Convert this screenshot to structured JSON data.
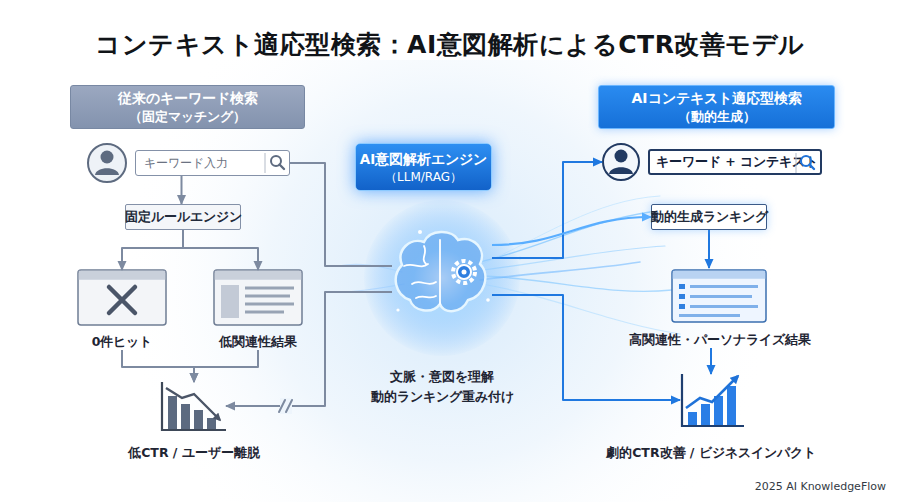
{
  "diagram": {
    "title": "コンテキスト適応型検索：AI意図解析によるCTR改善モデル",
    "nodes": [
      {
        "text": [
          "従来のキーワード検索",
          "（固定マッチング）"
        ]
      },
      {
        "text": [
          "キーワード入力"
        ]
      },
      {
        "text": [
          "固定ルールエンジン"
        ]
      },
      {
        "text": [
          "0件ヒット"
        ]
      },
      {
        "text": [
          "低関連性結果"
        ]
      },
      {
        "text": [
          "低CTR / ユーザー離脱"
        ]
      },
      {
        "text": [
          "AI意図解析エンジン",
          "（LLM/RAG）"
        ]
      },
      {
        "text": [
          "文脈・意図を理解 動的ランキング重み付け"
        ]
      },
      {
        "text": [
          "AIコンテキスト適応型検索",
          "（動的生成）"
        ]
      },
      {
        "text": [
          "キーワード + コンテキスト"
        ]
      },
      {
        "text": [
          "動的生成ランキング"
        ]
      },
      {
        "text": [
          "高関連性・パーソナライズ結果"
        ]
      },
      {
        "text": [
          "劇的CTR改善 / ビジネスインパクト"
        ]
      }
    ],
    "edges": [
      {
        "from": 1,
        "to": 2,
        "arrow": "to"
      },
      {
        "from": 2,
        "to": 3,
        "arrow": "to"
      },
      {
        "from": 2,
        "to": 4,
        "arrow": "to"
      },
      {
        "from": 3,
        "to": 5,
        "arrow": "to"
      },
      {
        "from": 4,
        "to": 5,
        "arrow": "to"
      },
      {
        "from": 1,
        "to": 7,
        "arrow": "none"
      },
      {
        "from": 7,
        "to": 5,
        "arrow": "to"
      },
      {
        "from": 7,
        "to": 9,
        "arrow": "to"
      },
      {
        "from": 7,
        "to": 10,
        "arrow": "to"
      },
      {
        "from": 10,
        "to": 11,
        "arrow": "to"
      },
      {
        "from": 11,
        "to": 12,
        "arrow": "to"
      },
      {
        "from": 7,
        "to": 12,
        "arrow": "to"
      }
    ],
    "labels": [
      "2025 AI KnowledgeFlow"
    ]
  }
}
